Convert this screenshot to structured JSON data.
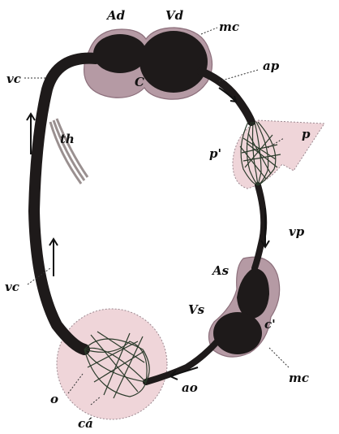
{
  "labels": {
    "Ad": "Ad",
    "Vd": "Vd",
    "mc_top": "mc",
    "vc_top": "vc",
    "C": "C",
    "ap": "ap",
    "th": "th",
    "p": "p",
    "p_prime": "p'",
    "vp": "vp",
    "As": "As",
    "Vs": "Vs",
    "c_prime": "c'",
    "vc_bottom": "vc",
    "mc_bottom": "mc",
    "ao": "ao",
    "o": "o",
    "ca": "cá"
  },
  "colors": {
    "vessel": "#1e1a1a",
    "membrane": "#b59aa4",
    "membrane_edge": "#8c6f7b",
    "tissue": "#efd5d9",
    "capillary": "#2a3a2a"
  }
}
